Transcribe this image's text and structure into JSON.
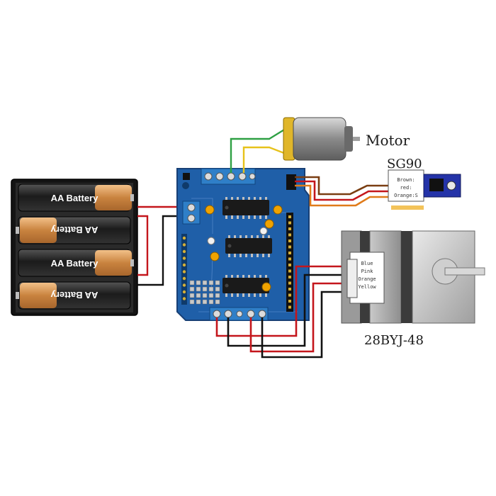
{
  "labels": {
    "motor": "Motor",
    "servo": "SG90",
    "stepper": "28BYJ-48"
  },
  "batteries": [
    {
      "label": "AA Battery",
      "flipped": false
    },
    {
      "label": "AA Battery",
      "flipped": true
    },
    {
      "label": "AA Battery",
      "flipped": false
    },
    {
      "label": "AA Battery",
      "flipped": true
    }
  ],
  "servo_wires": [
    "Brown:",
    "red:",
    "Orange:S"
  ],
  "stepper_wires": [
    "Blue",
    "Pink",
    "Orange",
    "Yellow"
  ],
  "colors": {
    "board": "#1f5fa8",
    "board_edge": "#173f75",
    "battery_black": "#1b1b1b",
    "battery_copper": "#d08f4a",
    "wire_red": "#c4161c",
    "wire_black": "#111111",
    "wire_green": "#2ea043",
    "wire_yellow": "#e7c21a",
    "wire_orange": "#e07b1a",
    "wire_brown": "#7a3e12",
    "motor_body": "#8a8a8a",
    "motor_cap": "#e0b62a",
    "servo_blue": "#2433a8",
    "stepper_body": "#9b9b9b",
    "stepper_dark": "#3b3b3b"
  }
}
